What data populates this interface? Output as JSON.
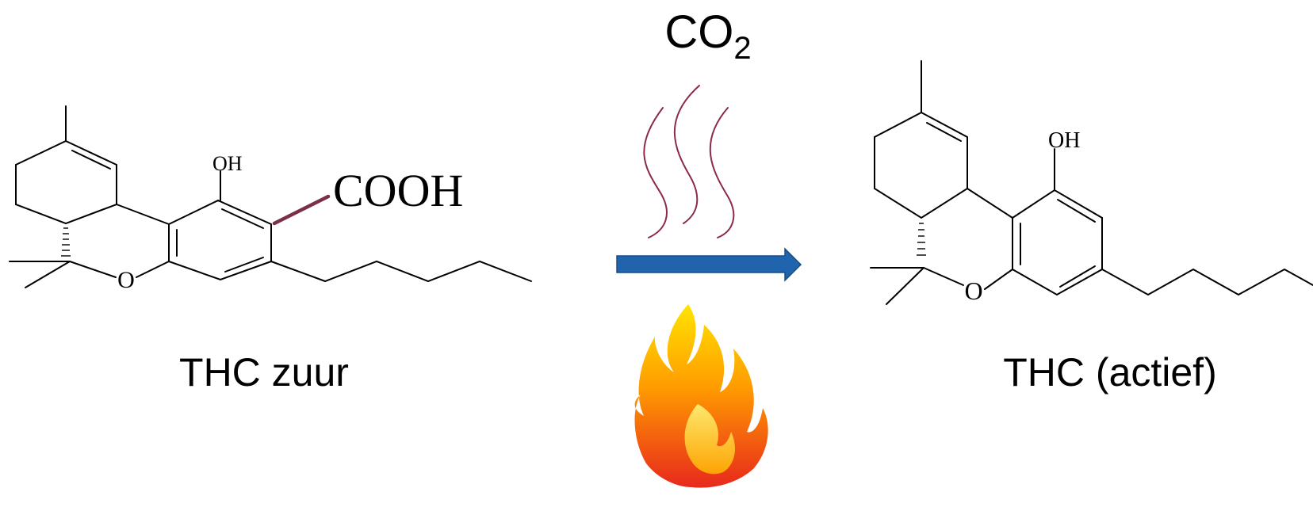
{
  "reactant": {
    "carboxyl_label": "COOH",
    "hydroxyl_label": "OH",
    "oxygen_label": "O",
    "caption": "THC zuur"
  },
  "product": {
    "hydroxyl_label": "OH",
    "oxygen_label": "O",
    "caption": "THC (actief)"
  },
  "byproduct": {
    "formula_main": "CO",
    "formula_subscript": "2"
  },
  "icons": [
    "steam-icon",
    "reaction-arrow-icon",
    "flame-icon"
  ],
  "colors": {
    "bond": "#000000",
    "highlight_bond": "#7a2f4a",
    "steam": "#8b2a4a",
    "arrow": "#1f64ad",
    "flame_outer": "#e8281c",
    "flame_inner": "#ffe400"
  }
}
